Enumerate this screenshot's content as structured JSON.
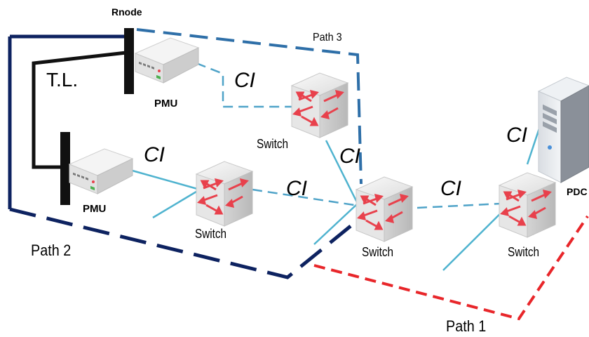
{
  "labels": {
    "rnode": "Rnode",
    "tl": "T.L.",
    "pmu_top": "PMU",
    "pmu_left": "PMU",
    "pdc": "PDC",
    "switch_1": "Switch",
    "switch_2": "Switch",
    "switch_3": "Switch",
    "switch_4": "Switch",
    "path_1": "Path 1",
    "path_2": "Path 2",
    "path_3": "Path 3",
    "ci": "CI"
  },
  "colors": {
    "path1": "#e8262a",
    "path2": "#0d2260",
    "path3": "#2e6fa8",
    "link": "#4fb3cf",
    "busbar": "#111111",
    "switch_face": "#ececec",
    "switch_arrow": "#e8414c"
  }
}
